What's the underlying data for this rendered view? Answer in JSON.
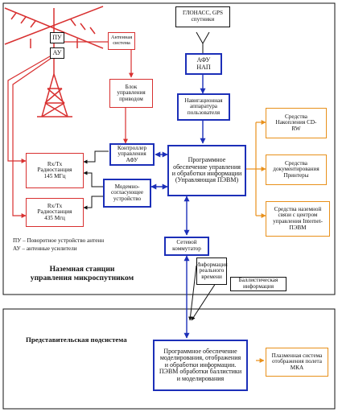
{
  "gps": "ГЛОНАСС, GPS спутники",
  "afu_nap": "АФУ НАП",
  "nav_equipment": "Навигационная аппаратура пользователя",
  "main_software": "Программное обеспечение управления и обработки информации (Управляющая ПЭВМ)",
  "storage": "Средства Накопления CD-RW",
  "documentation": "Средства документирования Принтеры",
  "ground_link": "Средства наземной связи с центром управления Internet-ПЭВМ",
  "antenna_system": "Антенная система",
  "pu": "ПУ",
  "au": "АУ",
  "drive_control": "Блок управления приводом",
  "afu_controller": "Контроллер управления АФУ",
  "radio_145": "Rx/Tx Радиостанция 145 МГц",
  "radio_435": "Rx/Tx Радиостанция 435 Мгц",
  "modem": "Модемно-согласующее устройство",
  "legend_pu": "ПУ – Поворотное устройство антенн",
  "legend_au": "АУ – антенные усилители",
  "station_title": "Наземная станции управления микроспутником",
  "network_switch": "Сетевой коммутатор",
  "realtime_info": "Информация реального времени",
  "ballistic_info": "Баллистическая информация",
  "rep_subsystem": "Представительская подсистема",
  "modeling_software": "Программное обеспечение моделирования, отображения и обработки информации. ПЭВМ обработки баллистики и моделирования",
  "flight_display": "Плазменная система отображения полета МКА",
  "colors": {
    "blue": "#1c2fb8",
    "red": "#d83030",
    "orange": "#e8901a"
  }
}
